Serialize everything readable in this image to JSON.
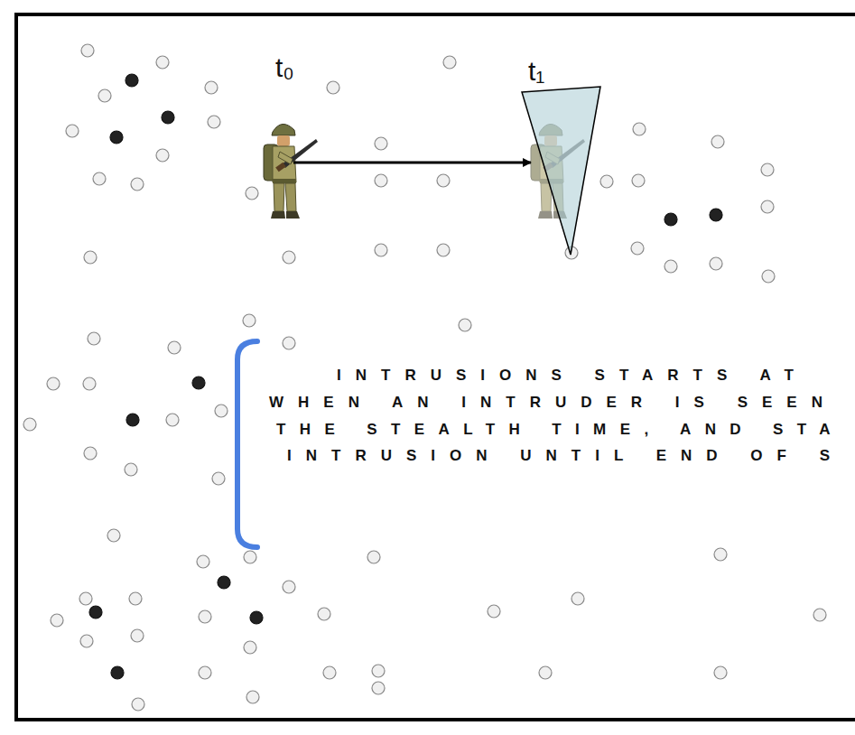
{
  "diagram": {
    "labels": [
      "t₀",
      "t₁",
      "INTRUSIONS STARTS AT",
      "WHEN AN INTRUDER IS SEEN",
      "THE STEALTH TIME, AND STA",
      "INTRUSION UNTIL END OF S"
    ]
  }
}
